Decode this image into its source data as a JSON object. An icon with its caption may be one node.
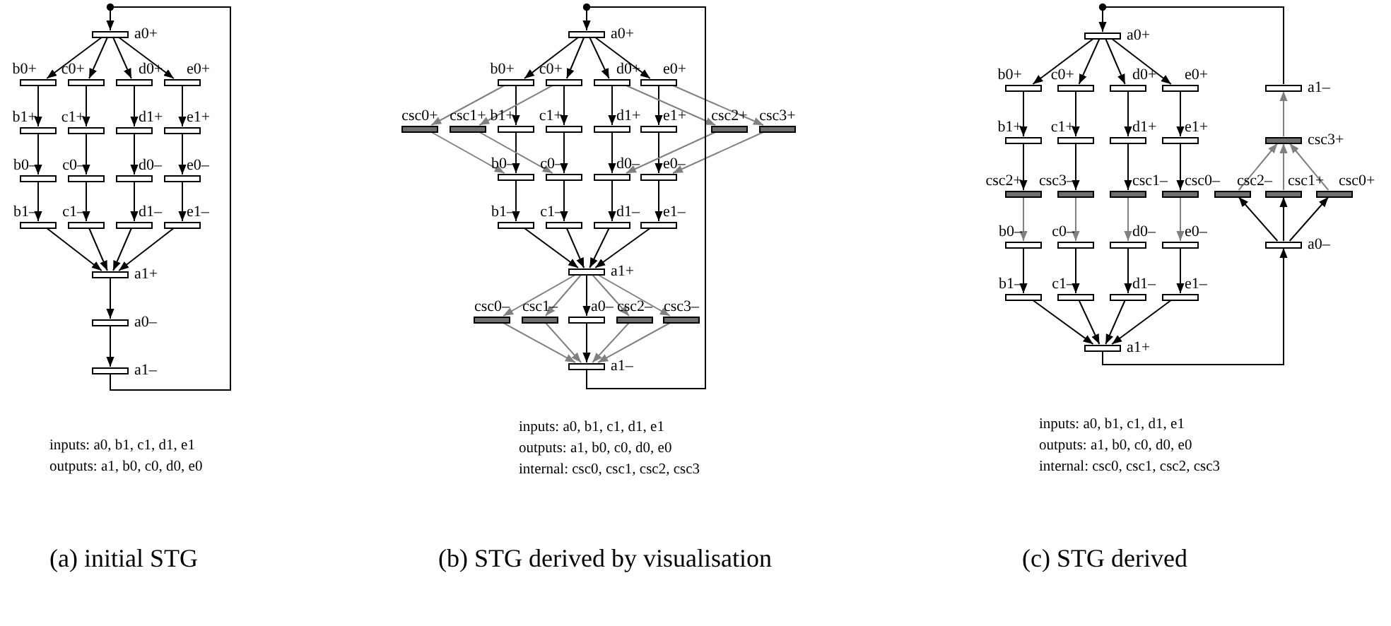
{
  "diagram": {
    "nodes": [
      {
        "text": [
          "a0+"
        ]
      },
      {
        "text": [
          "b0+"
        ]
      },
      {
        "text": [
          "c0+"
        ]
      },
      {
        "text": [
          "d0+"
        ]
      },
      {
        "text": [
          "e0+"
        ]
      },
      {
        "text": [
          "b1+"
        ]
      },
      {
        "text": [
          "c1+"
        ]
      },
      {
        "text": [
          "d1+"
        ]
      },
      {
        "text": [
          "e1+"
        ]
      },
      {
        "text": [
          "b0–"
        ]
      },
      {
        "text": [
          "c0–"
        ]
      },
      {
        "text": [
          "d0–"
        ]
      },
      {
        "text": [
          "e0–"
        ]
      },
      {
        "text": [
          "b1–"
        ]
      },
      {
        "text": [
          "c1–"
        ]
      },
      {
        "text": [
          "d1–"
        ]
      },
      {
        "text": [
          "e1–"
        ]
      },
      {
        "text": [
          "a1+"
        ]
      },
      {
        "text": [
          "a0–"
        ]
      },
      {
        "text": [
          "a1–"
        ]
      },
      {
        "text": [
          "a0+"
        ]
      },
      {
        "text": [
          "b0+"
        ]
      },
      {
        "text": [
          "c0+"
        ]
      },
      {
        "text": [
          "d0+"
        ]
      },
      {
        "text": [
          "e0+"
        ]
      },
      {
        "text": [
          "csc0+"
        ]
      },
      {
        "text": [
          "csc1+"
        ]
      },
      {
        "text": [
          "b1+"
        ]
      },
      {
        "text": [
          "c1+"
        ]
      },
      {
        "text": [
          "d1+"
        ]
      },
      {
        "text": [
          "e1+"
        ]
      },
      {
        "text": [
          "csc2+"
        ]
      },
      {
        "text": [
          "csc3+"
        ]
      },
      {
        "text": [
          "b0–"
        ]
      },
      {
        "text": [
          "c0–"
        ]
      },
      {
        "text": [
          "d0–"
        ]
      },
      {
        "text": [
          "e0–"
        ]
      },
      {
        "text": [
          "b1–"
        ]
      },
      {
        "text": [
          "c1–"
        ]
      },
      {
        "text": [
          "d1–"
        ]
      },
      {
        "text": [
          "e1–"
        ]
      },
      {
        "text": [
          "a1+"
        ]
      },
      {
        "text": [
          "csc0–"
        ]
      },
      {
        "text": [
          "csc1–"
        ]
      },
      {
        "text": [
          "a0–"
        ]
      },
      {
        "text": [
          "csc2–"
        ]
      },
      {
        "text": [
          "csc3–"
        ]
      },
      {
        "text": [
          "a1–"
        ]
      },
      {
        "text": [
          "a0+"
        ]
      },
      {
        "text": [
          "b0+"
        ]
      },
      {
        "text": [
          "c0+"
        ]
      },
      {
        "text": [
          "d0+"
        ]
      },
      {
        "text": [
          "e0+"
        ]
      },
      {
        "text": [
          "a1–"
        ]
      },
      {
        "text": [
          "b1+"
        ]
      },
      {
        "text": [
          "c1+"
        ]
      },
      {
        "text": [
          "d1+"
        ]
      },
      {
        "text": [
          "e1+"
        ]
      },
      {
        "text": [
          "csc3+"
        ]
      },
      {
        "text": [
          "csc2+"
        ]
      },
      {
        "text": [
          "csc3–"
        ]
      },
      {
        "text": [
          "csc1–"
        ]
      },
      {
        "text": [
          "csc0–"
        ]
      },
      {
        "text": [
          "csc2–"
        ]
      },
      {
        "text": [
          "csc1+"
        ]
      },
      {
        "text": [
          "csc0+"
        ]
      },
      {
        "text": [
          "b0–"
        ]
      },
      {
        "text": [
          "c0–"
        ]
      },
      {
        "text": [
          "d0–"
        ]
      },
      {
        "text": [
          "e0–"
        ]
      },
      {
        "text": [
          "a0–"
        ]
      },
      {
        "text": [
          "b1–"
        ]
      },
      {
        "text": [
          "c1–"
        ]
      },
      {
        "text": [
          "d1–"
        ]
      },
      {
        "text": [
          "e1–"
        ]
      },
      {
        "text": [
          "a1+"
        ]
      }
    ],
    "edges": [
      {
        "from": 0,
        "to": 1,
        "arrow": "to"
      },
      {
        "from": 0,
        "to": 2,
        "arrow": "to"
      },
      {
        "from": 0,
        "to": 3,
        "arrow": "to"
      },
      {
        "from": 0,
        "to": 4,
        "arrow": "to"
      },
      {
        "from": 1,
        "to": 5,
        "arrow": "to"
      },
      {
        "from": 5,
        "to": 9,
        "arrow": "to"
      },
      {
        "from": 9,
        "to": 13,
        "arrow": "to"
      },
      {
        "from": 13,
        "to": 17,
        "arrow": "to"
      },
      {
        "from": 2,
        "to": 6,
        "arrow": "to"
      },
      {
        "from": 6,
        "to": 10,
        "arrow": "to"
      },
      {
        "from": 10,
        "to": 14,
        "arrow": "to"
      },
      {
        "from": 14,
        "to": 17,
        "arrow": "to"
      },
      {
        "from": 3,
        "to": 7,
        "arrow": "to"
      },
      {
        "from": 7,
        "to": 11,
        "arrow": "to"
      },
      {
        "from": 11,
        "to": 15,
        "arrow": "to"
      },
      {
        "from": 15,
        "to": 17,
        "arrow": "to"
      },
      {
        "from": 4,
        "to": 8,
        "arrow": "to"
      },
      {
        "from": 8,
        "to": 12,
        "arrow": "to"
      },
      {
        "from": 12,
        "to": 16,
        "arrow": "to"
      },
      {
        "from": 16,
        "to": 17,
        "arrow": "to"
      },
      {
        "from": 17,
        "to": 18,
        "arrow": "to"
      },
      {
        "from": 18,
        "to": 19,
        "arrow": "to"
      },
      {
        "from": 19,
        "to": 0,
        "arrow": "to"
      },
      {
        "from": 20,
        "to": 21,
        "arrow": "to"
      },
      {
        "from": 20,
        "to": 22,
        "arrow": "to"
      },
      {
        "from": 20,
        "to": 23,
        "arrow": "to"
      },
      {
        "from": 20,
        "to": 24,
        "arrow": "to"
      },
      {
        "from": 21,
        "to": 27,
        "arrow": "to"
      },
      {
        "from": 27,
        "to": 33,
        "arrow": "to"
      },
      {
        "from": 33,
        "to": 37,
        "arrow": "to"
      },
      {
        "from": 37,
        "to": 41,
        "arrow": "to"
      },
      {
        "from": 22,
        "to": 28,
        "arrow": "to"
      },
      {
        "from": 28,
        "to": 34,
        "arrow": "to"
      },
      {
        "from": 34,
        "to": 38,
        "arrow": "to"
      },
      {
        "from": 38,
        "to": 41,
        "arrow": "to"
      },
      {
        "from": 23,
        "to": 29,
        "arrow": "to"
      },
      {
        "from": 29,
        "to": 35,
        "arrow": "to"
      },
      {
        "from": 35,
        "to": 39,
        "arrow": "to"
      },
      {
        "from": 39,
        "to": 41,
        "arrow": "to"
      },
      {
        "from": 24,
        "to": 30,
        "arrow": "to"
      },
      {
        "from": 30,
        "to": 36,
        "arrow": "to"
      },
      {
        "from": 36,
        "to": 40,
        "arrow": "to"
      },
      {
        "from": 40,
        "to": 41,
        "arrow": "to"
      },
      {
        "from": 21,
        "to": 25,
        "arrow": "to",
        "color": "#808080"
      },
      {
        "from": 25,
        "to": 33,
        "arrow": "to",
        "color": "#808080"
      },
      {
        "from": 22,
        "to": 26,
        "arrow": "to",
        "color": "#808080"
      },
      {
        "from": 26,
        "to": 34,
        "arrow": "to",
        "color": "#808080"
      },
      {
        "from": 23,
        "to": 31,
        "arrow": "to",
        "color": "#808080"
      },
      {
        "from": 31,
        "to": 35,
        "arrow": "to",
        "color": "#808080"
      },
      {
        "from": 24,
        "to": 32,
        "arrow": "to",
        "color": "#808080"
      },
      {
        "from": 32,
        "to": 36,
        "arrow": "to",
        "color": "#808080"
      },
      {
        "from": 41,
        "to": 42,
        "arrow": "to",
        "color": "#808080"
      },
      {
        "from": 41,
        "to": 43,
        "arrow": "to",
        "color": "#808080"
      },
      {
        "from": 41,
        "to": 44,
        "arrow": "to"
      },
      {
        "from": 41,
        "to": 45,
        "arrow": "to",
        "color": "#808080"
      },
      {
        "from": 41,
        "to": 46,
        "arrow": "to",
        "color": "#808080"
      },
      {
        "from": 42,
        "to": 47,
        "arrow": "to",
        "color": "#808080"
      },
      {
        "from": 43,
        "to": 47,
        "arrow": "to",
        "color": "#808080"
      },
      {
        "from": 44,
        "to": 47,
        "arrow": "to"
      },
      {
        "from": 45,
        "to": 47,
        "arrow": "to",
        "color": "#808080"
      },
      {
        "from": 46,
        "to": 47,
        "arrow": "to",
        "color": "#808080"
      },
      {
        "from": 47,
        "to": 20,
        "arrow": "to"
      },
      {
        "from": 48,
        "to": 49,
        "arrow": "to"
      },
      {
        "from": 48,
        "to": 50,
        "arrow": "to"
      },
      {
        "from": 48,
        "to": 51,
        "arrow": "to"
      },
      {
        "from": 48,
        "to": 52,
        "arrow": "to"
      },
      {
        "from": 49,
        "to": 54,
        "arrow": "to"
      },
      {
        "from": 54,
        "to": 59,
        "arrow": "to"
      },
      {
        "from": 59,
        "to": 66,
        "arrow": "to",
        "color": "#808080"
      },
      {
        "from": 66,
        "to": 71,
        "arrow": "to"
      },
      {
        "from": 71,
        "to": 75,
        "arrow": "to"
      },
      {
        "from": 50,
        "to": 55,
        "arrow": "to"
      },
      {
        "from": 55,
        "to": 60,
        "arrow": "to"
      },
      {
        "from": 60,
        "to": 67,
        "arrow": "to",
        "color": "#808080"
      },
      {
        "from": 67,
        "to": 72,
        "arrow": "to"
      },
      {
        "from": 72,
        "to": 75,
        "arrow": "to"
      },
      {
        "from": 51,
        "to": 56,
        "arrow": "to"
      },
      {
        "from": 56,
        "to": 61,
        "arrow": "to"
      },
      {
        "from": 61,
        "to": 68,
        "arrow": "to",
        "color": "#808080"
      },
      {
        "from": 68,
        "to": 73,
        "arrow": "to"
      },
      {
        "from": 73,
        "to": 75,
        "arrow": "to"
      },
      {
        "from": 52,
        "to": 57,
        "arrow": "to"
      },
      {
        "from": 57,
        "to": 62,
        "arrow": "to"
      },
      {
        "from": 62,
        "to": 69,
        "arrow": "to",
        "color": "#808080"
      },
      {
        "from": 69,
        "to": 74,
        "arrow": "to"
      },
      {
        "from": 74,
        "to": 75,
        "arrow": "to"
      },
      {
        "from": 75,
        "to": 70,
        "arrow": "to"
      },
      {
        "from": 70,
        "to": 63,
        "arrow": "to"
      },
      {
        "from": 70,
        "to": 64,
        "arrow": "to"
      },
      {
        "from": 70,
        "to": 65,
        "arrow": "to"
      },
      {
        "from": 63,
        "to": 58,
        "arrow": "to",
        "color": "#808080"
      },
      {
        "from": 64,
        "to": 58,
        "arrow": "to",
        "color": "#808080"
      },
      {
        "from": 65,
        "to": 58,
        "arrow": "to",
        "color": "#808080"
      },
      {
        "from": 58,
        "to": 53,
        "arrow": "to",
        "color": "#808080"
      },
      {
        "from": 53,
        "to": 48,
        "arrow": "to"
      }
    ],
    "labels": [
      "inputs: a0, b1, c1, d1, e1",
      "outputs: a1, b0, c0, d0, e0",
      "(a) initial STG",
      "inputs: a0, b1, c1, d1, e1",
      "outputs: a1, b0, c0, d0, e0",
      "internal: csc0, csc1, csc2, csc3",
      "(b) STG derived by visualisation",
      "inputs: a0, b1, c1, d1, e1",
      "outputs: a1, b0, c0, d0, e0",
      "internal: csc0, csc1, csc2, csc3",
      "(c) STG derived"
    ]
  }
}
